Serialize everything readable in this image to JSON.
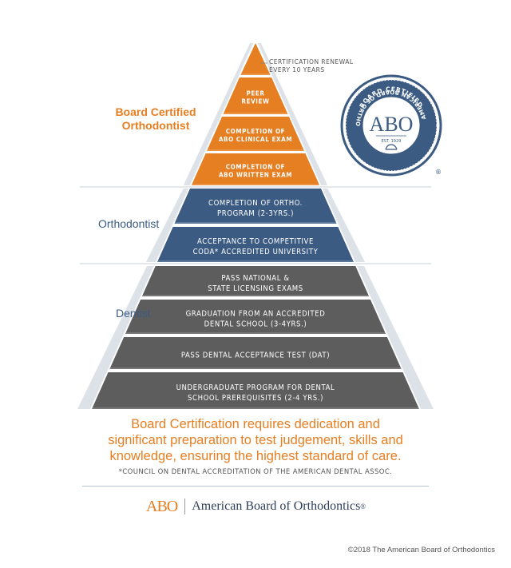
{
  "tiers": [
    {
      "group": "board",
      "lines": [
        ""
      ]
    },
    {
      "group": "board",
      "lines": [
        "PEER",
        "REVIEW"
      ]
    },
    {
      "group": "board",
      "lines": [
        "COMPLETION OF",
        "ABO CLINICAL EXAM"
      ]
    },
    {
      "group": "board",
      "lines": [
        "COMPLETION OF",
        "ABO WRITTEN EXAM"
      ]
    },
    {
      "group": "ortho",
      "lines": [
        "COMPLETION OF ORTHO.",
        "PROGRAM (2-3YRS.)"
      ]
    },
    {
      "group": "ortho",
      "lines": [
        "ACCEPTANCE TO COMPETITIVE",
        "CODA* ACCREDITED UNIVERSITY"
      ]
    },
    {
      "group": "dentist",
      "lines": [
        "PASS NATIONAL &",
        "STATE LICENSING EXAMS"
      ]
    },
    {
      "group": "dentist",
      "lines": [
        "GRADUATION FROM AN ACCREDITED",
        "DENTAL SCHOOL (3-4YRS.)"
      ]
    },
    {
      "group": "dentist",
      "lines": [
        "PASS DENTAL ACCEPTANCE TEST (DAT)"
      ]
    },
    {
      "group": "dentist",
      "lines": [
        "UNDERGRADUATE PROGRAM FOR DENTAL",
        "SCHOOL PREREQUISITES (2-4 YRS.)"
      ]
    }
  ],
  "colors": {
    "board": "#e67e22",
    "ortho": "#3b5b82",
    "dentist": "#5d5d5d",
    "shadow": "#b5bcc6",
    "accent": "#e67e22",
    "navy": "#3b5b82"
  },
  "renewal": {
    "line1": "CERTIFICATION RENEWAL",
    "line2": "EVERY 10 YEARS"
  },
  "labels": {
    "board_line1": "Board Certified",
    "board_line2": "Orthodontist",
    "ortho": "Orthodontist",
    "dentist": "Dentist"
  },
  "seal": {
    "top_text": "BOARD CERTIFIED",
    "ring_text": "AMERICAN BOARD OF ORTHODONTICS",
    "abbr": "ABO",
    "est": "EST. 1929",
    "registered": "®"
  },
  "tagline": {
    "line1": "Board Certification requires dedication and",
    "line2": "significant preparation to test judgement, skills and",
    "line3": "knowledge, ensuring the highest standard of care."
  },
  "footnote": "*COUNCIL ON DENTAL ACCREDITATION OF THE AMERICAN DENTAL ASSOC.",
  "brand": {
    "mark": "ABO",
    "name": "American Board of Orthodontics",
    "registered": "®"
  },
  "copyright": "©2018 The American Board of Orthodontics"
}
